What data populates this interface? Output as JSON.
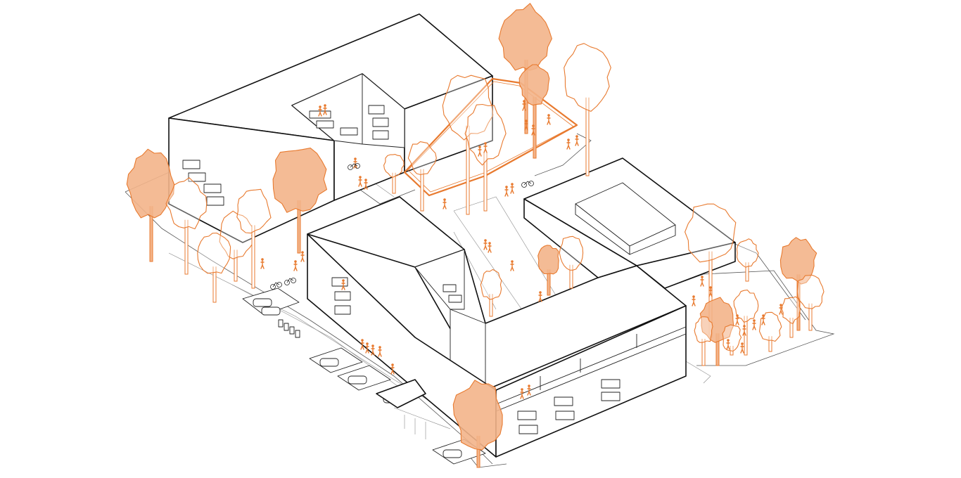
{
  "diagram": {
    "kind": "axonometric site drawing",
    "colors": {
      "background": "#ffffff",
      "linework": "#111111",
      "accent": "#e87a2f",
      "accent_fill": "#f3b48a",
      "accent_fill_light": "#f8d3b8"
    },
    "elements": [
      "building-north",
      "building-courtyard-block",
      "building-southeast",
      "building-east-sports-hall",
      "roof-garden",
      "parking",
      "trees",
      "people",
      "bicycles"
    ],
    "labels": []
  }
}
